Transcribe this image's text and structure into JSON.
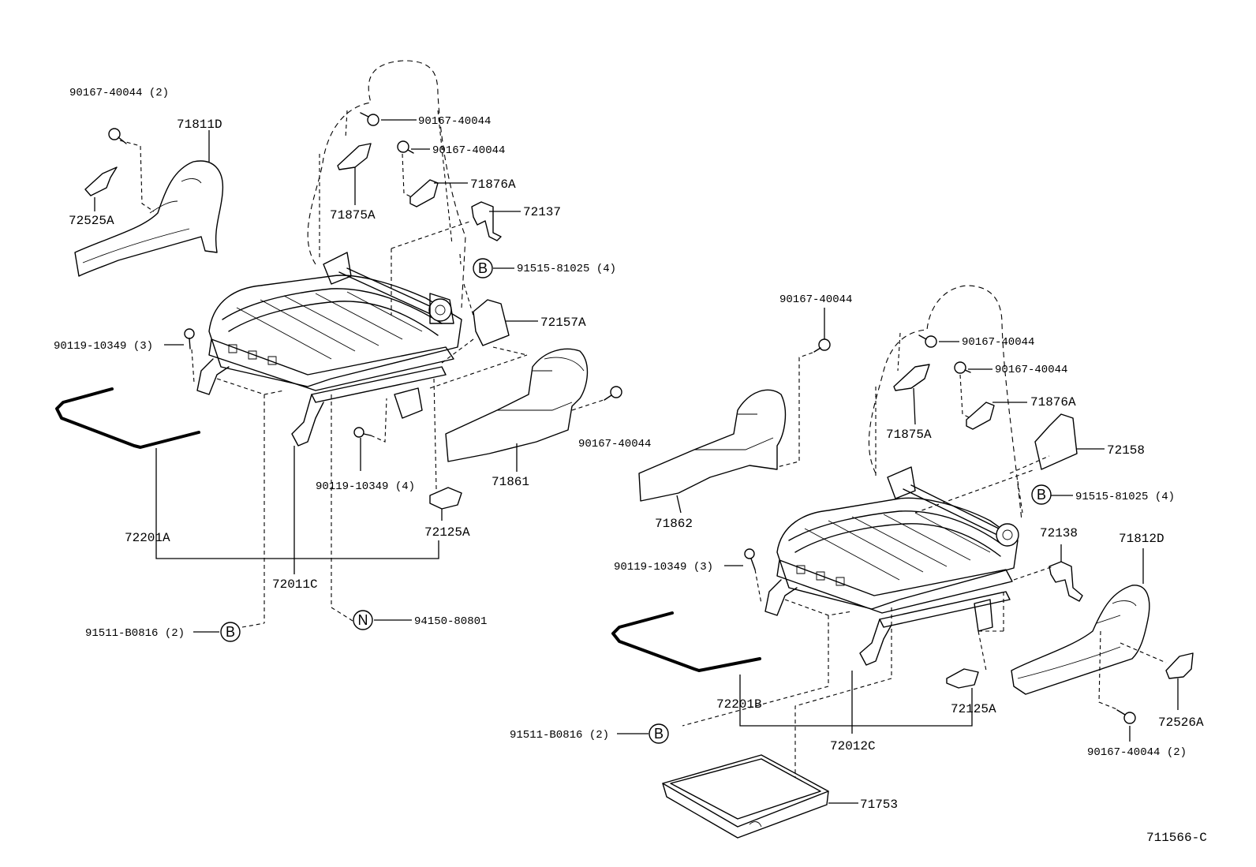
{
  "diagram_id": "711566-C",
  "reference_marks": {
    "b": "B",
    "n": "N"
  },
  "left_seat": {
    "screw_top_2": "90167-40044 (2)",
    "cover_outer": "71811D",
    "cover_knob": "72525A",
    "screw_a": "90167-40044",
    "screw_b": "90167-40044",
    "bracket_a": "71875A",
    "bracket_b": "71876A",
    "bracket_c": "72137",
    "bolt_4": "91515-81025 (4)",
    "cover_c": "72157A",
    "bolt_3": "90119-10349 (3)",
    "screw_side": "90167-40044",
    "cover_inner": "71861",
    "bolt_4b": "90119-10349 (4)",
    "spring": "72201A",
    "clip": "72125A",
    "adjuster": "72011C",
    "bolt_2": "91511-B0816 (2)",
    "nut": "94150-80801"
  },
  "right_seat": {
    "screw_top": "90167-40044",
    "screw_a": "90167-40044",
    "screw_b": "90167-40044",
    "bracket_b": "71876A",
    "bracket_a": "71875A",
    "cover_d": "72158",
    "cover_inner": "71862",
    "bolt_4": "91515-81025 (4)",
    "bracket_c": "72138",
    "cover_outer": "71812D",
    "bolt_3": "90119-10349 (3)",
    "spring": "72201B",
    "clip": "72125A",
    "cover_knob": "72526A",
    "bolt_2": "91511-B0816 (2)",
    "adjuster": "72012C",
    "screw_bot_2": "90167-40044 (2)",
    "tray": "71753"
  }
}
